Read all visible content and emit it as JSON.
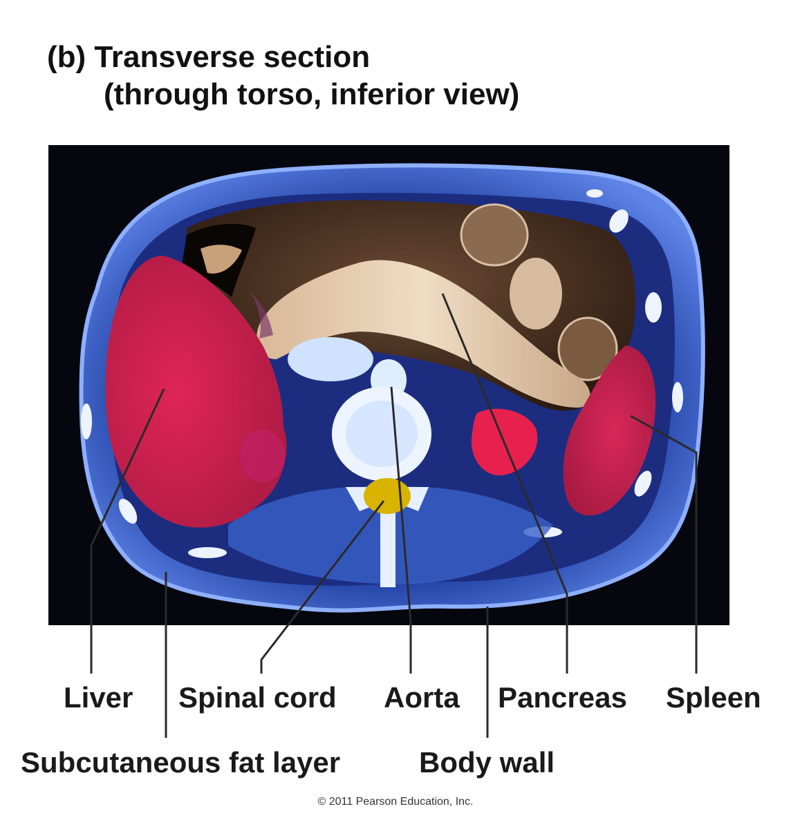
{
  "figure": {
    "title_prefix": "(b)",
    "title_line1": "Transverse section",
    "title_line2": "(through torso, inferior view)"
  },
  "labels": {
    "liver": "Liver",
    "spinal_cord": "Spinal cord",
    "aorta": "Aorta",
    "pancreas": "Pancreas",
    "spleen": "Spleen",
    "subcutaneous_fat": "Subcutaneous fat layer",
    "body_wall": "Body wall"
  },
  "copyright": "© 2011 Pearson Education, Inc.",
  "colors": {
    "background": "#ffffff",
    "scan_background": "#06070e",
    "body_blue": "#2546a8",
    "liver_red": "#d4204e",
    "spleen_red": "#c8244c",
    "bowel_brown": "#3a2416",
    "pancreas_tan": "#e6c8a8",
    "spinal_cord_yellow": "#d8b400",
    "bone_white": "#eef4ff"
  }
}
